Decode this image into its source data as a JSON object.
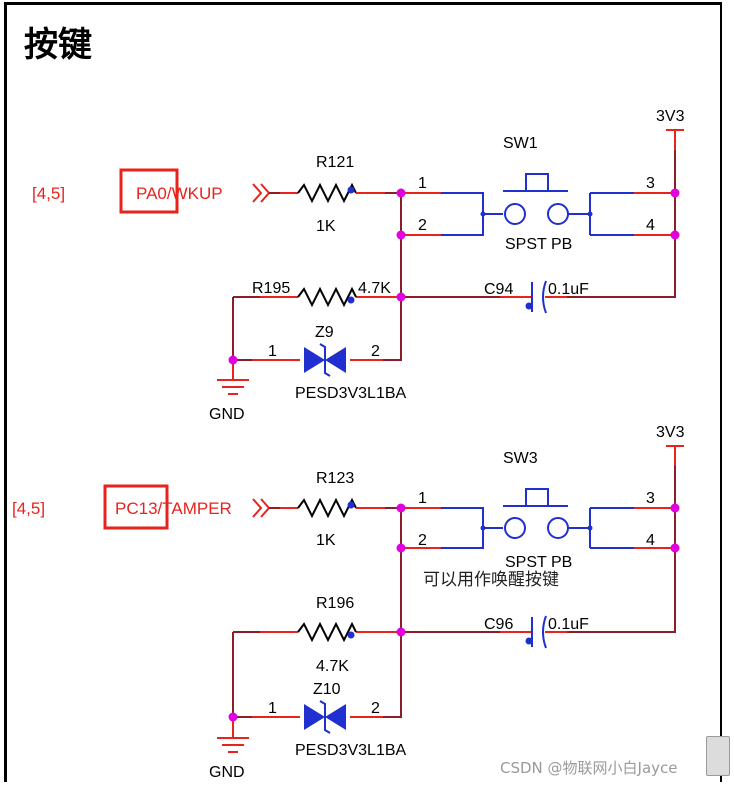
{
  "title": "按键",
  "note": "可以用作唤醒按键",
  "watermark": "CSDN @物联网小白Jayce",
  "colors": {
    "wire": "#1f2fd0",
    "pin": "#e8231d",
    "net": "#8a1f2a",
    "junction": "#e000e0",
    "highlight": "#e8231d"
  },
  "circuits": [
    {
      "ref": "[4,5]",
      "net_label": "PA0/WKUP",
      "resistor_in": {
        "ref": "R121",
        "value": "1K"
      },
      "switch": {
        "ref": "SW1",
        "value": "SPST PB",
        "pins": [
          "1",
          "2",
          "3",
          "4"
        ]
      },
      "power": "3V3",
      "resistor_pd": {
        "ref": "R195",
        "value": "4.7K"
      },
      "capacitor": {
        "ref": "C94",
        "value": "0.1uF"
      },
      "diode": {
        "ref": "Z9",
        "value": "PESD3V3L1BA",
        "pins": [
          "1",
          "2"
        ]
      },
      "ground": "GND"
    },
    {
      "ref": "[4,5]",
      "net_label": "PC13/TAMPER",
      "resistor_in": {
        "ref": "R123",
        "value": "1K"
      },
      "switch": {
        "ref": "SW3",
        "value": "SPST PB",
        "pins": [
          "1",
          "2",
          "3",
          "4"
        ]
      },
      "power": "3V3",
      "resistor_pd": {
        "ref": "R196",
        "value": "4.7K"
      },
      "capacitor": {
        "ref": "C96",
        "value": "0.1uF"
      },
      "diode": {
        "ref": "Z10",
        "value": "PESD3V3L1BA",
        "pins": [
          "1",
          "2"
        ]
      },
      "ground": "GND"
    }
  ]
}
